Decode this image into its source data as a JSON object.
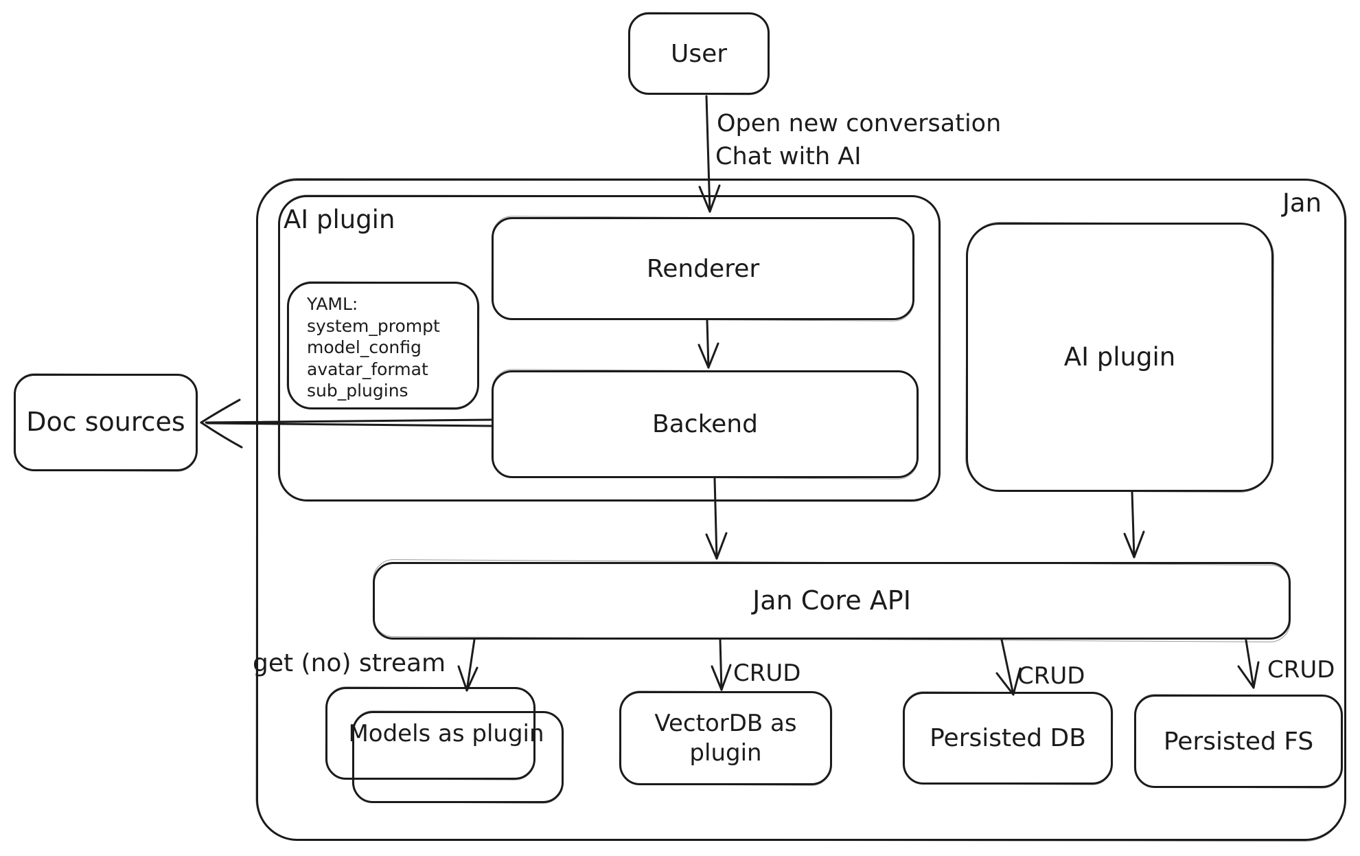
{
  "diagram": {
    "jan": {
      "label": "Jan"
    },
    "user": {
      "label": "User"
    },
    "user_arrow": {
      "line1": "Open new conversation",
      "line2": "Chat with AI"
    },
    "ai_plugin_left": {
      "label": "AI plugin"
    },
    "renderer": {
      "label": "Renderer"
    },
    "yaml_note": {
      "lines": [
        "YAML:",
        "system_prompt",
        "model_config",
        "avatar_format",
        "sub_plugins"
      ]
    },
    "backend": {
      "label": "Backend"
    },
    "doc_sources": {
      "label": "Doc sources"
    },
    "ai_plugin_right": {
      "label": "AI plugin"
    },
    "jan_core_api": {
      "label": "Jan Core API"
    },
    "edges": {
      "get_no_stream": "get (no) stream",
      "crud_vectordb": "CRUD",
      "crud_persisted_db": "CRUD",
      "crud_persisted_fs": "CRUD"
    },
    "models_as_plugin": {
      "label": "Models as plugin"
    },
    "vectordb_as_plugin": {
      "label": "VectorDB as plugin"
    },
    "persisted_db": {
      "label": "Persisted DB"
    },
    "persisted_fs": {
      "label": "Persisted FS"
    },
    "colors": {
      "stroke": "#1b1b1b",
      "background": "#ffffff"
    }
  }
}
